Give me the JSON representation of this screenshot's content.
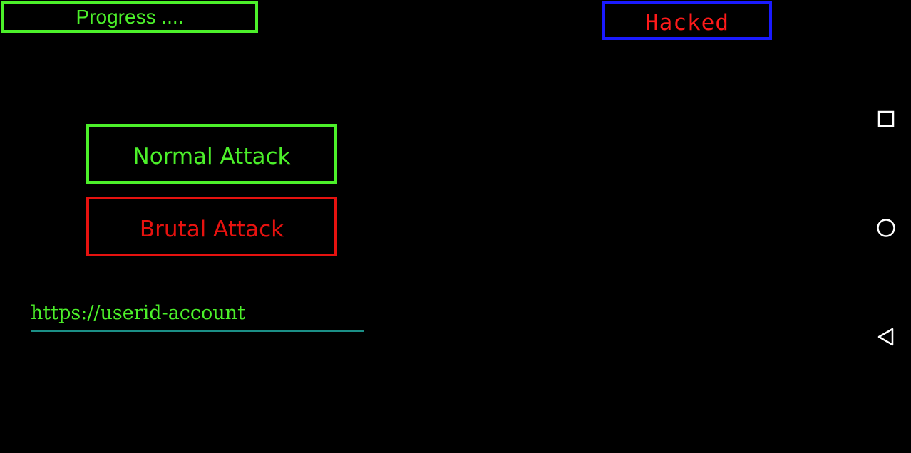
{
  "header": {
    "progress_label": "Progress ....",
    "status_label": "Hacked"
  },
  "actions": {
    "normal_attack_label": "Normal Attack",
    "brutal_attack_label": "Brutal Attack"
  },
  "url_field": {
    "value": "https://userid-account"
  },
  "nav_bar": {
    "recents_icon": "square-icon",
    "home_icon": "circle-icon",
    "back_icon": "triangle-back-icon"
  },
  "colors": {
    "background": "#000000",
    "green": "#4cf02a",
    "red": "#e6120f",
    "blue": "#1a1aff",
    "teal_underline": "#1b8f86"
  }
}
